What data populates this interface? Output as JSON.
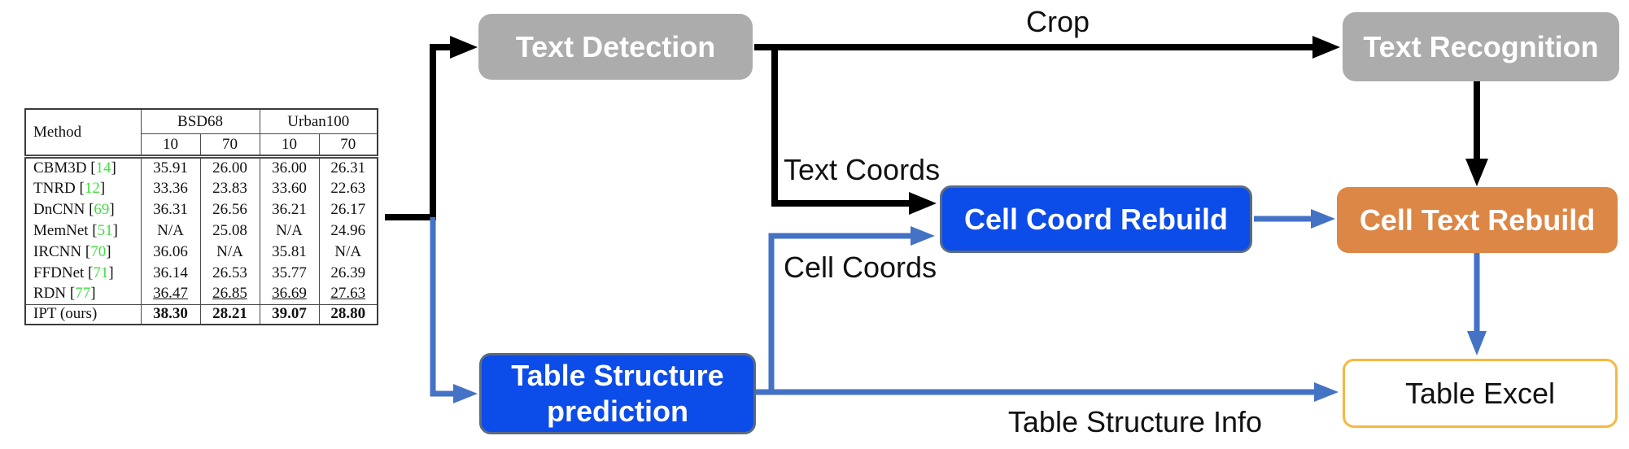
{
  "diagram": {
    "nodes": {
      "text_detection": {
        "label": "Text Detection",
        "fill": "#acacac",
        "text_color": "#ffffff"
      },
      "text_recognition": {
        "label": "Text Recognition",
        "fill": "#acacac",
        "text_color": "#ffffff"
      },
      "cell_coord_rebuild": {
        "label": "Cell Coord Rebuild",
        "fill": "#0c4ce8",
        "text_color": "#ffffff"
      },
      "cell_text_rebuild": {
        "label": "Cell Text Rebuild",
        "fill": "#dc8746",
        "text_color": "#ffffff"
      },
      "table_structure_prediction": {
        "label": "Table Structure prediction",
        "fill": "#0c4ce8",
        "text_color": "#ffffff"
      },
      "table_excel": {
        "label": "Table Excel",
        "fill": "#ffffff",
        "border": "#f5b940",
        "text_color": "#111111"
      }
    },
    "edges": {
      "crop": {
        "label": "Crop",
        "color": "#000000"
      },
      "text_coords": {
        "label": "Text Coords",
        "color": "#000000"
      },
      "cell_coords": {
        "label": "Cell Coords",
        "color": "#4472c4"
      },
      "table_structure_info": {
        "label": "Table Structure Info",
        "color": "#4472c4"
      }
    },
    "colors": {
      "black_arrow": "#000000",
      "blue_arrow": "#4472c4",
      "cite_green": "#44dd44",
      "gold_border": "#f5b940"
    }
  },
  "table": {
    "header": {
      "method": "Method",
      "groups": [
        "BSD68",
        "Urban100"
      ],
      "sub_columns": [
        "10",
        "70",
        "10",
        "70"
      ]
    },
    "rows": [
      {
        "method": "CBM3D",
        "cite": "14",
        "values": [
          "35.91",
          "26.00",
          "36.00",
          "26.31"
        ]
      },
      {
        "method": "TNRD",
        "cite": "12",
        "values": [
          "33.36",
          "23.83",
          "33.60",
          "22.63"
        ]
      },
      {
        "method": "DnCNN",
        "cite": "69",
        "values": [
          "36.31",
          "26.56",
          "36.21",
          "26.17"
        ]
      },
      {
        "method": "MemNet",
        "cite": "51",
        "values": [
          "N/A",
          "25.08",
          "N/A",
          "24.96"
        ]
      },
      {
        "method": "IRCNN",
        "cite": "70",
        "values": [
          "36.06",
          "N/A",
          "35.81",
          "N/A"
        ]
      },
      {
        "method": "FFDNet",
        "cite": "71",
        "values": [
          "36.14",
          "26.53",
          "35.77",
          "26.39"
        ]
      },
      {
        "method": "RDN",
        "cite": "77",
        "values": [
          "36.47",
          "26.85",
          "36.69",
          "27.63"
        ],
        "underline": true
      },
      {
        "method": "IPT (ours)",
        "cite": null,
        "values": [
          "38.30",
          "28.21",
          "39.07",
          "28.80"
        ],
        "bold": true
      }
    ]
  }
}
